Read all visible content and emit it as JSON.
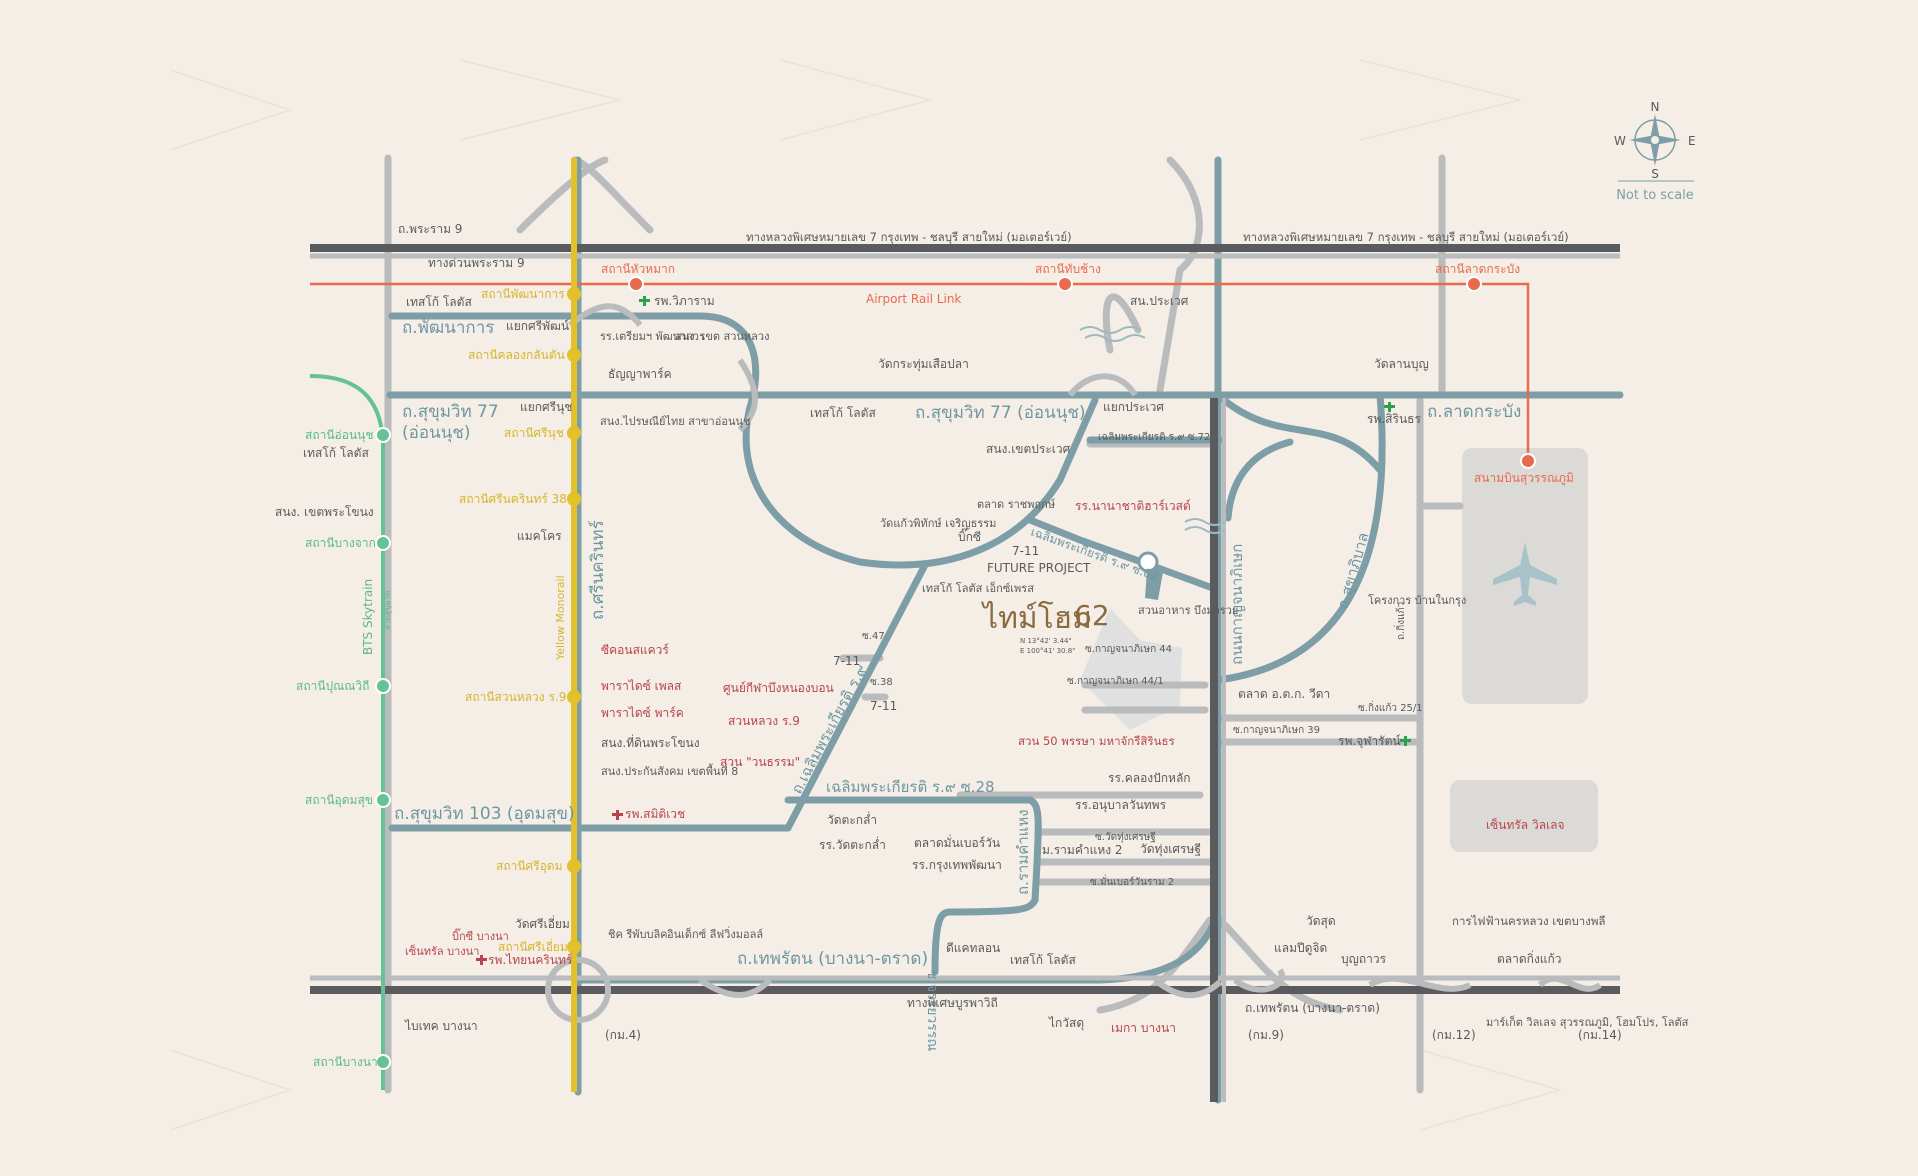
{
  "compass": {
    "n": "N",
    "e": "E",
    "s": "S",
    "w": "W",
    "note": "Not to scale"
  },
  "colors": {
    "background": "#f4eee7",
    "road_blue": "#7d9ea6",
    "road_grey": "#b9bbbd",
    "highway_dark": "#5a5b5e",
    "airport_link": "#ea6a4e",
    "monorail": "#e3c12a",
    "bts": "#65c296",
    "hospital": "#2ea14a",
    "brand": "#8a6a3e"
  },
  "roads": {
    "rama9": "ถ.พระราม 9",
    "expressway_rama9": "ทางด่วนพระราม 9",
    "motorway_7_left": "ทางหลวงพิเศษหมายเลข 7 กรุงเทพ - ชลบุรี สายใหม่ (มอเตอร์เวย์)",
    "motorway_7_right": "ทางหลวงพิเศษหมายเลข 7 กรุงเทพ - ชลบุรี สายใหม่ (มอเตอร์เวย์)",
    "phatthanakan": "ถ.พัฒนาการ",
    "sukhumvit77_left_1": "ถ.สุขุมวิท 77",
    "sukhumvit77_left_2": "(อ่อนนุช)",
    "sukhumvit77_mid": "ถ.สุขุมวิท 77 (อ่อนนุช)",
    "lat_krabang": "ถ.ลาดกระบัง",
    "srinakarin": "ถ.ศรีนครินทร์",
    "sukhumvit103": "ถ.สุขุมวิท 103 (อุดมสุข)",
    "chaloem_diag": "ถ.เฉลิมพระเกียรติ ร.๙",
    "chaloem_28": "เฉลิมพระเกียรติ ร.๙ ซ.28",
    "chaloem_62": "เฉลิมพระเกียรติ ร.๙ ซ.62",
    "chaloem_72": "เฉลิมพระเกียรติ ร.๙ ซ.72",
    "kanchanaphisek": "ถนนกาญจนาภิเษก",
    "suk_aphiban": "ถ.สุขาภิบาล",
    "ramkhamhaeng": "ถ.รามคำแหง",
    "chanthrawon": "ซ.จรรยวรรณ",
    "thepharat": "ถ.เทพรัตน (บางนา-ตราด)",
    "thepharat_right": "ถ.เทพรัตน (บางนา-ตราด)",
    "burapha_withi": "ทางพิเศษบูรพาวิถี",
    "km4": "(กม.4)",
    "km9": "(กม.9)",
    "km12": "(กม.12)",
    "km14": "(กม.14)",
    "kingkaew": "ถ.กิ่งแก้ว",
    "kingkaew_25": "ซ.กิ่งแก้ว 25/1",
    "kanchana_44": "ซ.กาญจนาภิเษก 44",
    "kanchana_44_1": "ซ.กาญจนาภิเษก 44/1",
    "kanchana_39": "ซ.กาญจนาภิเษก 39",
    "soi47": "ซ.47",
    "soi38": "ซ.38",
    "wat_thungsetthi_soi": "ซ.วัดทุ่งเศรษฐี",
    "nuanchan_soi": "ซ.มั่นเบอร์วันราม 2"
  },
  "rail": {
    "airport_rail_link": "Airport Rail Link",
    "bts_skytrain": "BTS Skytrain",
    "bts_line": "สายสุขุมวิท",
    "monorail": "Yellow Monorail",
    "arl_hua_mak": "สถานีหัวหมาก",
    "arl_ban_thap_chang": "สถานีทับช้าง",
    "arl_lat_krabang": "สถานีลาดกระบัง",
    "arl_airport": "สนามบินสุวรรณภูมิ",
    "ym_phatthanakan": "สถานีพัฒนาการ",
    "ym_khlong_kalantan": "สถานีคลองกลันตัน",
    "ym_si_nut": "สถานีศรีนุช",
    "ym_srinakarin38": "สถานีศรีนครินทร์ 38",
    "ym_suan_luang": "สถานีสวนหลวง ร.9",
    "ym_si_udom": "สถานีศรีอุดม",
    "ym_si_iam": "สถานีศรีเอี่ยม",
    "bts_on_nut": "สถานีอ่อนนุช",
    "bts_bang_chak": "สถานีบางจาก",
    "bts_punnawithi": "สถานีปุณณวิถี",
    "bts_udom_suk": "สถานีอุดมสุข",
    "bts_bang_na": "สถานีบางนา"
  },
  "places": {
    "lotus_phatthanakan": "เทสโก้ โลตัส",
    "yaek_si_phatthana": "แยกศรีพัฒน์",
    "vibharam": "รพ.วิภาราม",
    "triam_udom": "รร.เตรียมฯ พัฒนาการ",
    "district_suan_luang": "สนง. เขต สวนหลวง",
    "thanya_park": "ธัญญาพาร์ค",
    "sonbon_prawet": "สน.ประเวศ",
    "wat_krathum": "วัดกระทุ่มเสือปลา",
    "wat_lan_bun": "วัดลานบุญ",
    "yaek_si_nut": "แยกศรีนุช",
    "thai_post": "สนง.ไปรษณีย์ไทย สาขาอ่อนนุช",
    "lotus_mid": "เทสโก้ โลตัส",
    "yaek_prawet": "แยกประเวศ",
    "district_prawet": "สนง.เขตประเวศ",
    "sirin_hosp": "รพ.สิรินธร",
    "lotus_on_nut": "เทสโก้ โลตัส",
    "district_phra_khanong": "สนง. เขตพระโขนง",
    "makro": "แมคโคร",
    "seacon": "ซีคอนสแควร์",
    "paradise_place": "พาราไดซ์ เพลส",
    "paradise_park": "พาราไดซ์ พาร์ค",
    "land_office": "สนง.ที่ดินพระโขนง",
    "social_sec": "สนง.ประกันสังคม เขตพื้นที่ 8",
    "samitivej": "รพ.สมิติเวช",
    "wat_kaew": "วัดแก้วพิทักษ์ เจริญธรรม",
    "talat_rat": "ตลาด ราชพฤกษ์",
    "bigc": "บิ๊กซี",
    "seven1": "7-11",
    "nana_chart": "รร.นานาชาติฮาร์เวสต์",
    "future_project": "FUTURE PROJECT",
    "lotus_express": "เทสโก้ โลตัส เอ็กซ์เพรส",
    "suan_ahan": "สวนอาหาร บึงมารวย",
    "seven2": "7-11",
    "seven3": "7-11",
    "nong_bon": "ศูนย์กีฬาบึงหนองบอน",
    "suan_luang_r9": "สวนหลวง ร.9",
    "wanasom": "สวน \"วนธรรม\"",
    "suan_50": "สวน 50 พรรษา มหาจักรีสิรินธร",
    "khok_kham": "โครงการ บ้านในกรุง",
    "talat_ochido": "ตลาด อ.ต.ก. วีดา",
    "jutharat": "รพ.จุฬารัตน์",
    "rr_khlong": "รร.คลองปักหลัก",
    "rr_anuban": "รร.อนุบาลวันทพร",
    "wat_takhla": "วัดตะกล่ำ",
    "rr_wat_takhla": "รร.วัดตะกล่ำ",
    "talat_nuan": "ตลาดมั่นเบอร์วัน",
    "rr_krungthep": "รร.กรุงเทพพัฒนา",
    "m_ram2": "ม.รามคำแหง 2",
    "wat_thung": "วัดทุ่งเศรษฐี",
    "dee_kaen": "ดีแคทลอน",
    "lotus_bottom": "เทสโก้ โลตัส",
    "wat_si_iam": "วัดศรีเอี่ยม",
    "chic": "ชิค รีพับบลิค",
    "index": "อินเด็กซ์ ลีฟวิ่งมอลล์",
    "central_bangna": "เซ็นทรัล บางนา",
    "bigc_bangna": "บิ๊กซี บางนา",
    "thai_nakarin": "รพ.ไทยนครินทร์",
    "bitec": "ไบเทค บางนา",
    "kaewsud": "ไกวัสดุ",
    "mega_bangna": "เมกา บางนา",
    "wat_sut": "วัดสุด",
    "lam_pi": "แลมปีดูจิด",
    "bunkhaw": "บุญถาวร",
    "pea": "การไฟฟ้านครหลวง เขตบางพลี",
    "talat_kingkaew": "ตลาดกิ่งแก้ว",
    "market_village": "มาร์เก็ต วิลเลจ สุวรรณภูมิ, โฮมโปร, โลตัส",
    "central_village": "เซ็นทรัล วิลเลจ"
  },
  "project": {
    "name": "ไทม์โฮม",
    "number": "62",
    "lat": "N 13°42' 3.44\"",
    "lng": "E 100°41' 30.8\""
  }
}
